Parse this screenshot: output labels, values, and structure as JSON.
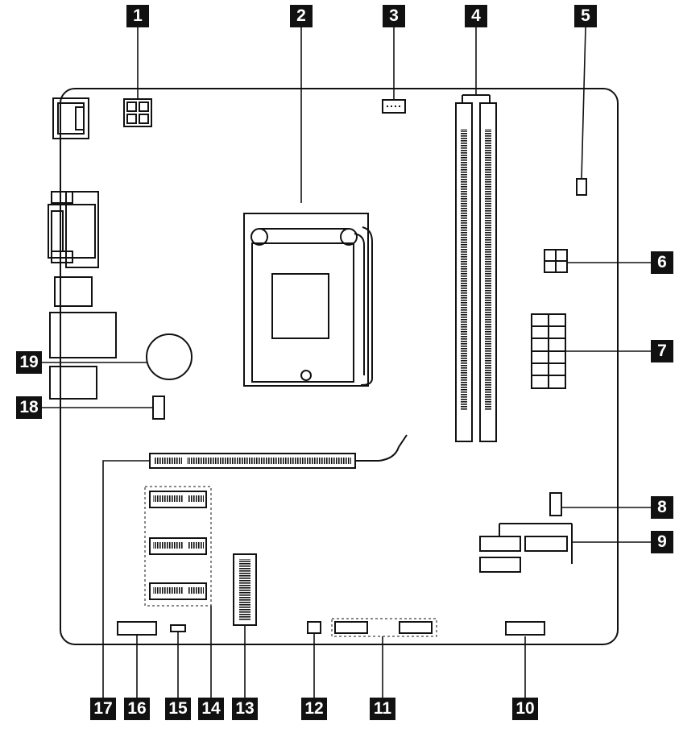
{
  "diagram": {
    "title": "",
    "callouts": [
      {
        "label": "1"
      },
      {
        "label": "2"
      },
      {
        "label": "3"
      },
      {
        "label": "4"
      },
      {
        "label": "5"
      },
      {
        "label": "6"
      },
      {
        "label": "7"
      },
      {
        "label": "8"
      },
      {
        "label": "9"
      },
      {
        "label": "10"
      },
      {
        "label": "11"
      },
      {
        "label": "12"
      },
      {
        "label": "13"
      },
      {
        "label": "14"
      },
      {
        "label": "15"
      },
      {
        "label": "16"
      },
      {
        "label": "17"
      },
      {
        "label": "18"
      },
      {
        "label": "19"
      }
    ]
  },
  "colors": {
    "stroke": "#111111",
    "callout_fill": "#111111",
    "callout_text": "#ffffff",
    "background": "#ffffff"
  }
}
